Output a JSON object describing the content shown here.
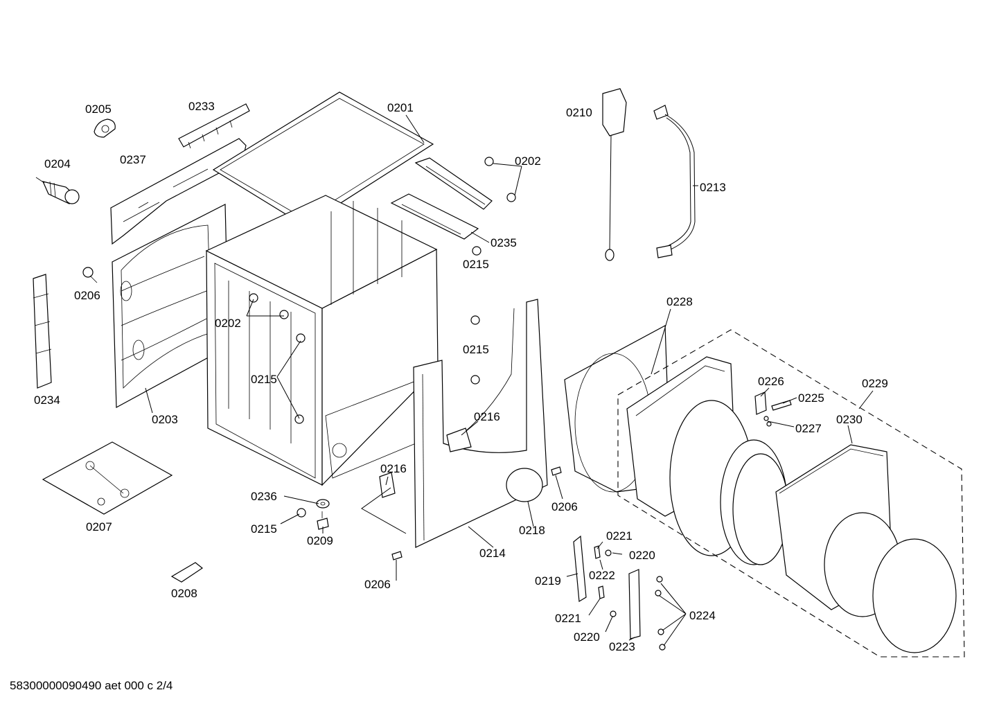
{
  "footer": "58300000090490 aet 000 c 2/4",
  "labels": [
    {
      "id": "l0205",
      "text": "0205"
    },
    {
      "id": "l0233",
      "text": "0233"
    },
    {
      "id": "l0201",
      "text": "0201"
    },
    {
      "id": "l0210",
      "text": "0210"
    },
    {
      "id": "l0204",
      "text": "0204"
    },
    {
      "id": "l0237",
      "text": "0237"
    },
    {
      "id": "l0202a",
      "text": "0202"
    },
    {
      "id": "l0213",
      "text": "0213"
    },
    {
      "id": "l0235",
      "text": "0235"
    },
    {
      "id": "l0215a",
      "text": "0215"
    },
    {
      "id": "l0206a",
      "text": "0206"
    },
    {
      "id": "l0228",
      "text": "0228"
    },
    {
      "id": "l0202b",
      "text": "0202"
    },
    {
      "id": "l0215b",
      "text": "0215"
    },
    {
      "id": "l0215c",
      "text": "0215"
    },
    {
      "id": "l0226",
      "text": "0226"
    },
    {
      "id": "l0229",
      "text": "0229"
    },
    {
      "id": "l0225",
      "text": "0225"
    },
    {
      "id": "l0234",
      "text": "0234"
    },
    {
      "id": "l0230",
      "text": "0230"
    },
    {
      "id": "l0216a",
      "text": "0216"
    },
    {
      "id": "l0203",
      "text": "0203"
    },
    {
      "id": "l0227",
      "text": "0227"
    },
    {
      "id": "l0216b",
      "text": "0216"
    },
    {
      "id": "l0236",
      "text": "0236"
    },
    {
      "id": "l0206b",
      "text": "0206"
    },
    {
      "id": "l0207",
      "text": "0207"
    },
    {
      "id": "l0215d",
      "text": "0215"
    },
    {
      "id": "l0218",
      "text": "0218"
    },
    {
      "id": "l0221a",
      "text": "0221"
    },
    {
      "id": "l0209",
      "text": "0209"
    },
    {
      "id": "l0214",
      "text": "0214"
    },
    {
      "id": "l0220a",
      "text": "0220"
    },
    {
      "id": "l0222",
      "text": "0222"
    },
    {
      "id": "l0219",
      "text": "0219"
    },
    {
      "id": "l0206c",
      "text": "0206"
    },
    {
      "id": "l0208",
      "text": "0208"
    },
    {
      "id": "l0224",
      "text": "0224"
    },
    {
      "id": "l0221b",
      "text": "0221"
    },
    {
      "id": "l0220b",
      "text": "0220"
    },
    {
      "id": "l0223",
      "text": "0223"
    }
  ]
}
